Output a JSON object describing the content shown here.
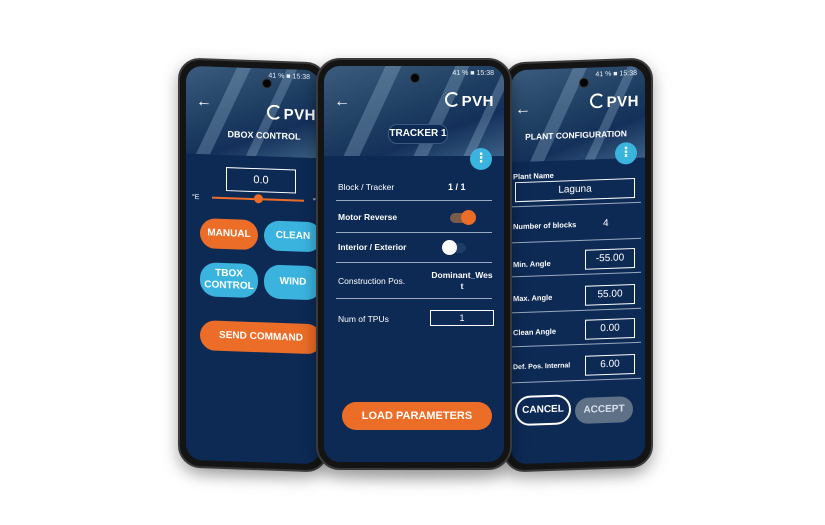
{
  "left_screen": {
    "status": "41 % ■ 15:38",
    "back_icon": "back-arrow-icon",
    "logo": "PVH",
    "title": "DBOX CONTROL",
    "angle_value": "0.0",
    "slider_left": "°E",
    "slider_right": "°W",
    "buttons": {
      "manual": "MANUAL",
      "clean": "CLEAN",
      "tbox": "TBOX CONTROL",
      "wind": "WIND",
      "send": "SEND COMMAND"
    }
  },
  "center_screen": {
    "status": "41 % ■ 15:38",
    "back_icon": "back-arrow-icon",
    "logo": "PVH",
    "title": "TRACKER 1",
    "menu_icon": "kebab-menu-icon",
    "rows": {
      "block_tracker_label": "Block / Tracker",
      "block_tracker_value": "1 / 1",
      "motor_reverse_label": "Motor Reverse",
      "interior_exterior_label": "Interior / Exterior",
      "construction_label": "Construction Pos.",
      "construction_value": "Dominant_West",
      "num_tpus_label": "Num of TPUs",
      "num_tpus_value": "1"
    },
    "motor_reverse_on": true,
    "interior_exterior_on": false,
    "load_button": "LOAD PARAMETERS"
  },
  "right_screen": {
    "status": "41 % ■ 15:38",
    "back_icon": "back-arrow-icon",
    "logo": "PVH",
    "title": "PLANT CONFIGURATION",
    "menu_icon": "kebab-menu-icon",
    "plant_name_label": "Plant Name",
    "plant_name_value": "Laguna",
    "blocks_label": "Number of blocks",
    "blocks_value": "4",
    "min_angle_label": "Min. Angle",
    "min_angle_value": "-55.00",
    "max_angle_label": "Max. Angle",
    "max_angle_value": "55.00",
    "clean_angle_label": "Clean Angle",
    "clean_angle_value": "0.00",
    "def_pos_label": "Def. Pos. Internal",
    "def_pos_value": "6.00",
    "cancel": "CANCEL",
    "accept": "ACCEPT"
  },
  "colors": {
    "navy": "#0d2a55",
    "orange": "#ec6d28",
    "cyan": "#3ab4df",
    "accept_grey": "#5f7187"
  }
}
